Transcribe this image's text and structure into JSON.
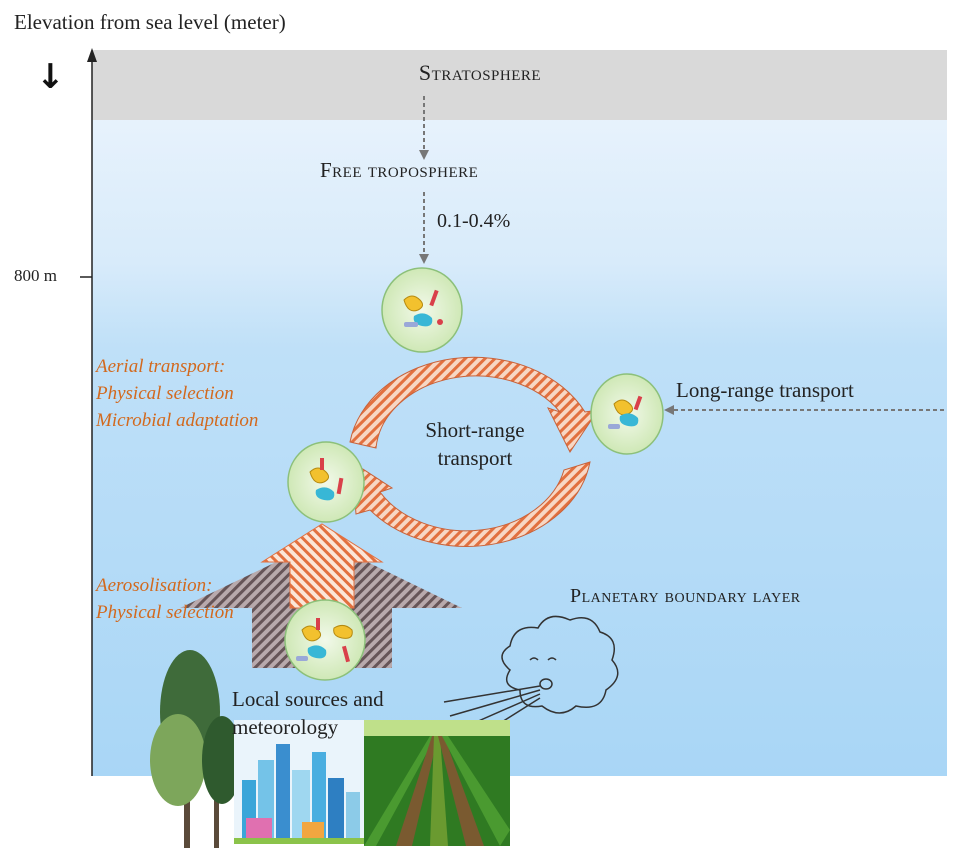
{
  "axis": {
    "title": "Elevation from sea level (meter)",
    "down_arrow": "↓",
    "tick_label": "800 m"
  },
  "layers": {
    "stratosphere": "Stratosphere",
    "free_troposphere": "Free troposphere",
    "planetary_boundary_layer": "Planetary boundary layer"
  },
  "flux": {
    "percent": "0.1-0.4%"
  },
  "transport": {
    "short_range_line1": "Short-range",
    "short_range_line2": "transport",
    "long_range": "Long-range transport"
  },
  "processes": {
    "aerial_1": "Aerial transport:",
    "aerial_2": "Physical selection",
    "aerial_3": "Microbial adaptation",
    "aerosol_1": "Aerosolisation:",
    "aerosol_2": "Physical selection"
  },
  "sources": {
    "line1": "Local sources and",
    "line2": "meteorology"
  },
  "colors": {
    "stratosphere_band": "#d9d9d9",
    "troposphere_top": "#e6f1fb",
    "boundary_layer": "#b9dcf7",
    "process_text": "#d2691e",
    "arrow_hatch": "#e8794a",
    "upward_arrow_hatch": "#6b5050",
    "microbe_circle": "#cfe8b6"
  }
}
